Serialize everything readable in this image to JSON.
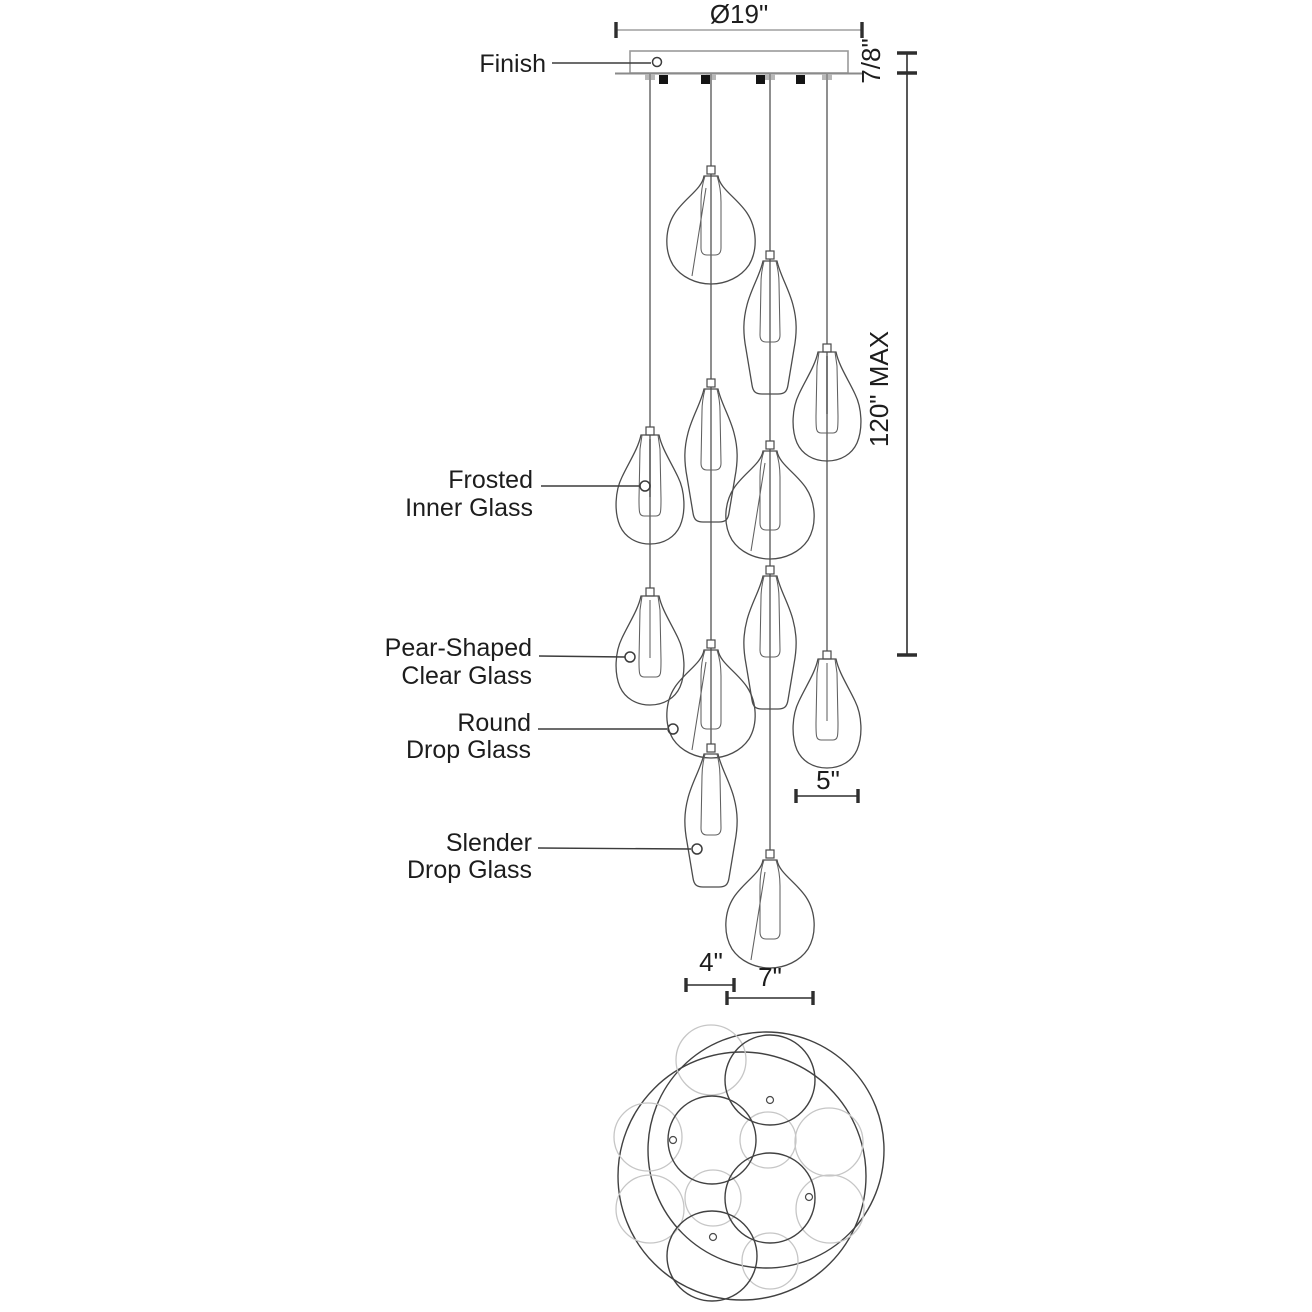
{
  "callouts": {
    "finish": {
      "label": "Finish"
    },
    "frosted_inner_glass": {
      "line1": "Frosted",
      "line2": "Inner Glass"
    },
    "pear_shaped_clear_glass": {
      "line1": "Pear-Shaped",
      "line2": "Clear Glass"
    },
    "round_drop_glass": {
      "line1": "Round",
      "line2": "Drop Glass"
    },
    "slender_drop_glass": {
      "line1": "Slender",
      "line2": "Drop Glass"
    }
  },
  "dimensions": {
    "canopy_diameter": "Ø19\"",
    "canopy_thickness": "7/8\"",
    "max_overall_drop": "120\" MAX",
    "pear_pendant_width": "5\"",
    "slender_pendant_width": "4\"",
    "round_pendant_width": "7\""
  },
  "fixture": {
    "pendant_count": 12,
    "round_drop_count": 4,
    "pear_shaped_count": 4,
    "slender_drop_count": 4
  },
  "colors": {
    "line_dark": "#2e2e2e",
    "line_medium": "#4c4c4c",
    "line_light": "#9a9a9a",
    "plan_light_circle": "#c6c6c6",
    "background": "#ffffff"
  }
}
